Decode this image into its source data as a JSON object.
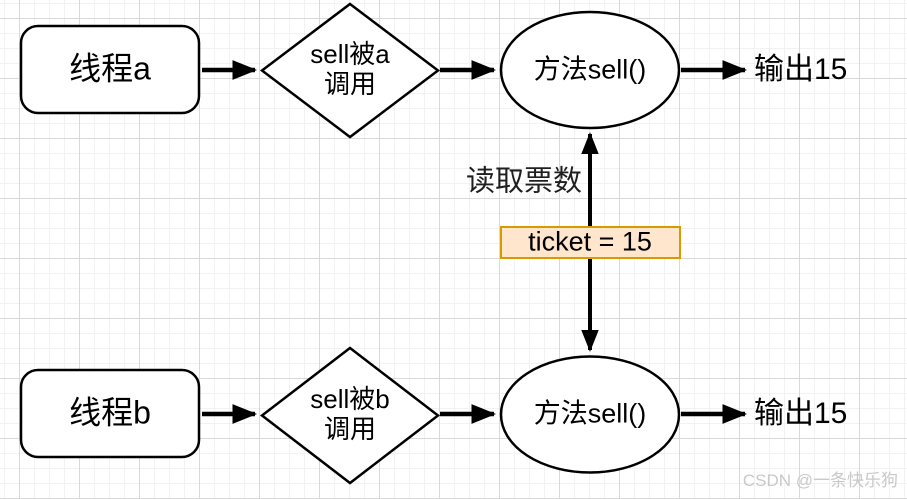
{
  "diagram": {
    "rows": {
      "a": {
        "thread_label": "线程a",
        "condition_label": "sell被a\n调用",
        "method_label": "方法sell()",
        "output_label": "输出15"
      },
      "b": {
        "thread_label": "线程b",
        "condition_label": "sell被b\n调用",
        "method_label": "方法sell()",
        "output_label": "输出15"
      }
    },
    "shared_state": {
      "read_label": "读取票数",
      "ticket_label": "ticket = 15"
    }
  },
  "colors": {
    "shape_stroke": "#000000",
    "shape_fill": "#ffffff",
    "ticket_fill": "#ffe6cc",
    "ticket_border": "#d79b00",
    "grid_major": "#d9d9d9",
    "grid_minor": "#f4f1f1",
    "watermark_text": "#c9c9c9"
  },
  "watermark": {
    "text": "CSDN @一条快乐狗"
  }
}
